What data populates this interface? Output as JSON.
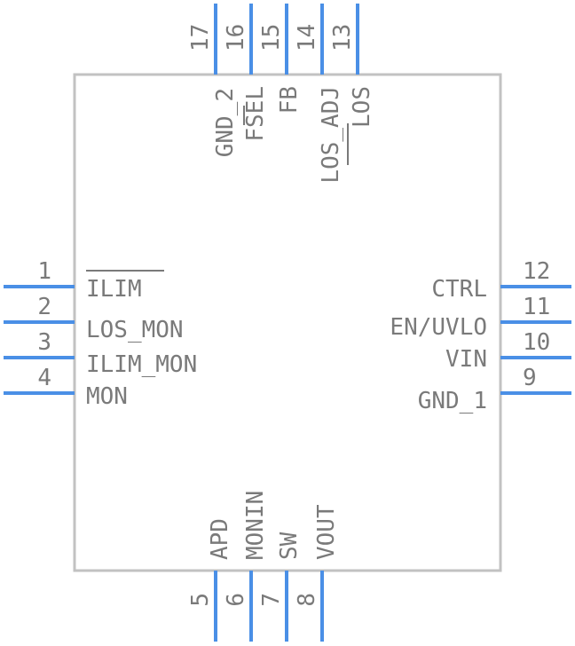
{
  "colors": {
    "pin": "#4a8fe6",
    "body_stroke": "#c2c2c2",
    "text": "#7a7a7a"
  },
  "pins": {
    "p1": {
      "number": "1",
      "name": "ILIM"
    },
    "p2": {
      "number": "2",
      "name": "LOS_MON"
    },
    "p3": {
      "number": "3",
      "name": "ILIM_MON"
    },
    "p4": {
      "number": "4",
      "name": "MON"
    },
    "p5": {
      "number": "5",
      "name": "APD"
    },
    "p6": {
      "number": "6",
      "name": "MONIN"
    },
    "p7": {
      "number": "7",
      "name": "SW"
    },
    "p8": {
      "number": "8",
      "name": "VOUT"
    },
    "p9": {
      "number": "9",
      "name": "GND_1"
    },
    "p10": {
      "number": "10",
      "name": "VIN"
    },
    "p11": {
      "number": "11",
      "name": "EN/UVLO"
    },
    "p12": {
      "number": "12",
      "name": "CTRL"
    },
    "p13": {
      "number": "13",
      "name": "LOS"
    },
    "p14": {
      "number": "14",
      "name": "LOS_ADJ"
    },
    "p15": {
      "number": "15",
      "name": "FB"
    },
    "p16": {
      "number": "16",
      "name": "FSEL"
    },
    "p17": {
      "number": "17",
      "name": "GND_2"
    }
  }
}
